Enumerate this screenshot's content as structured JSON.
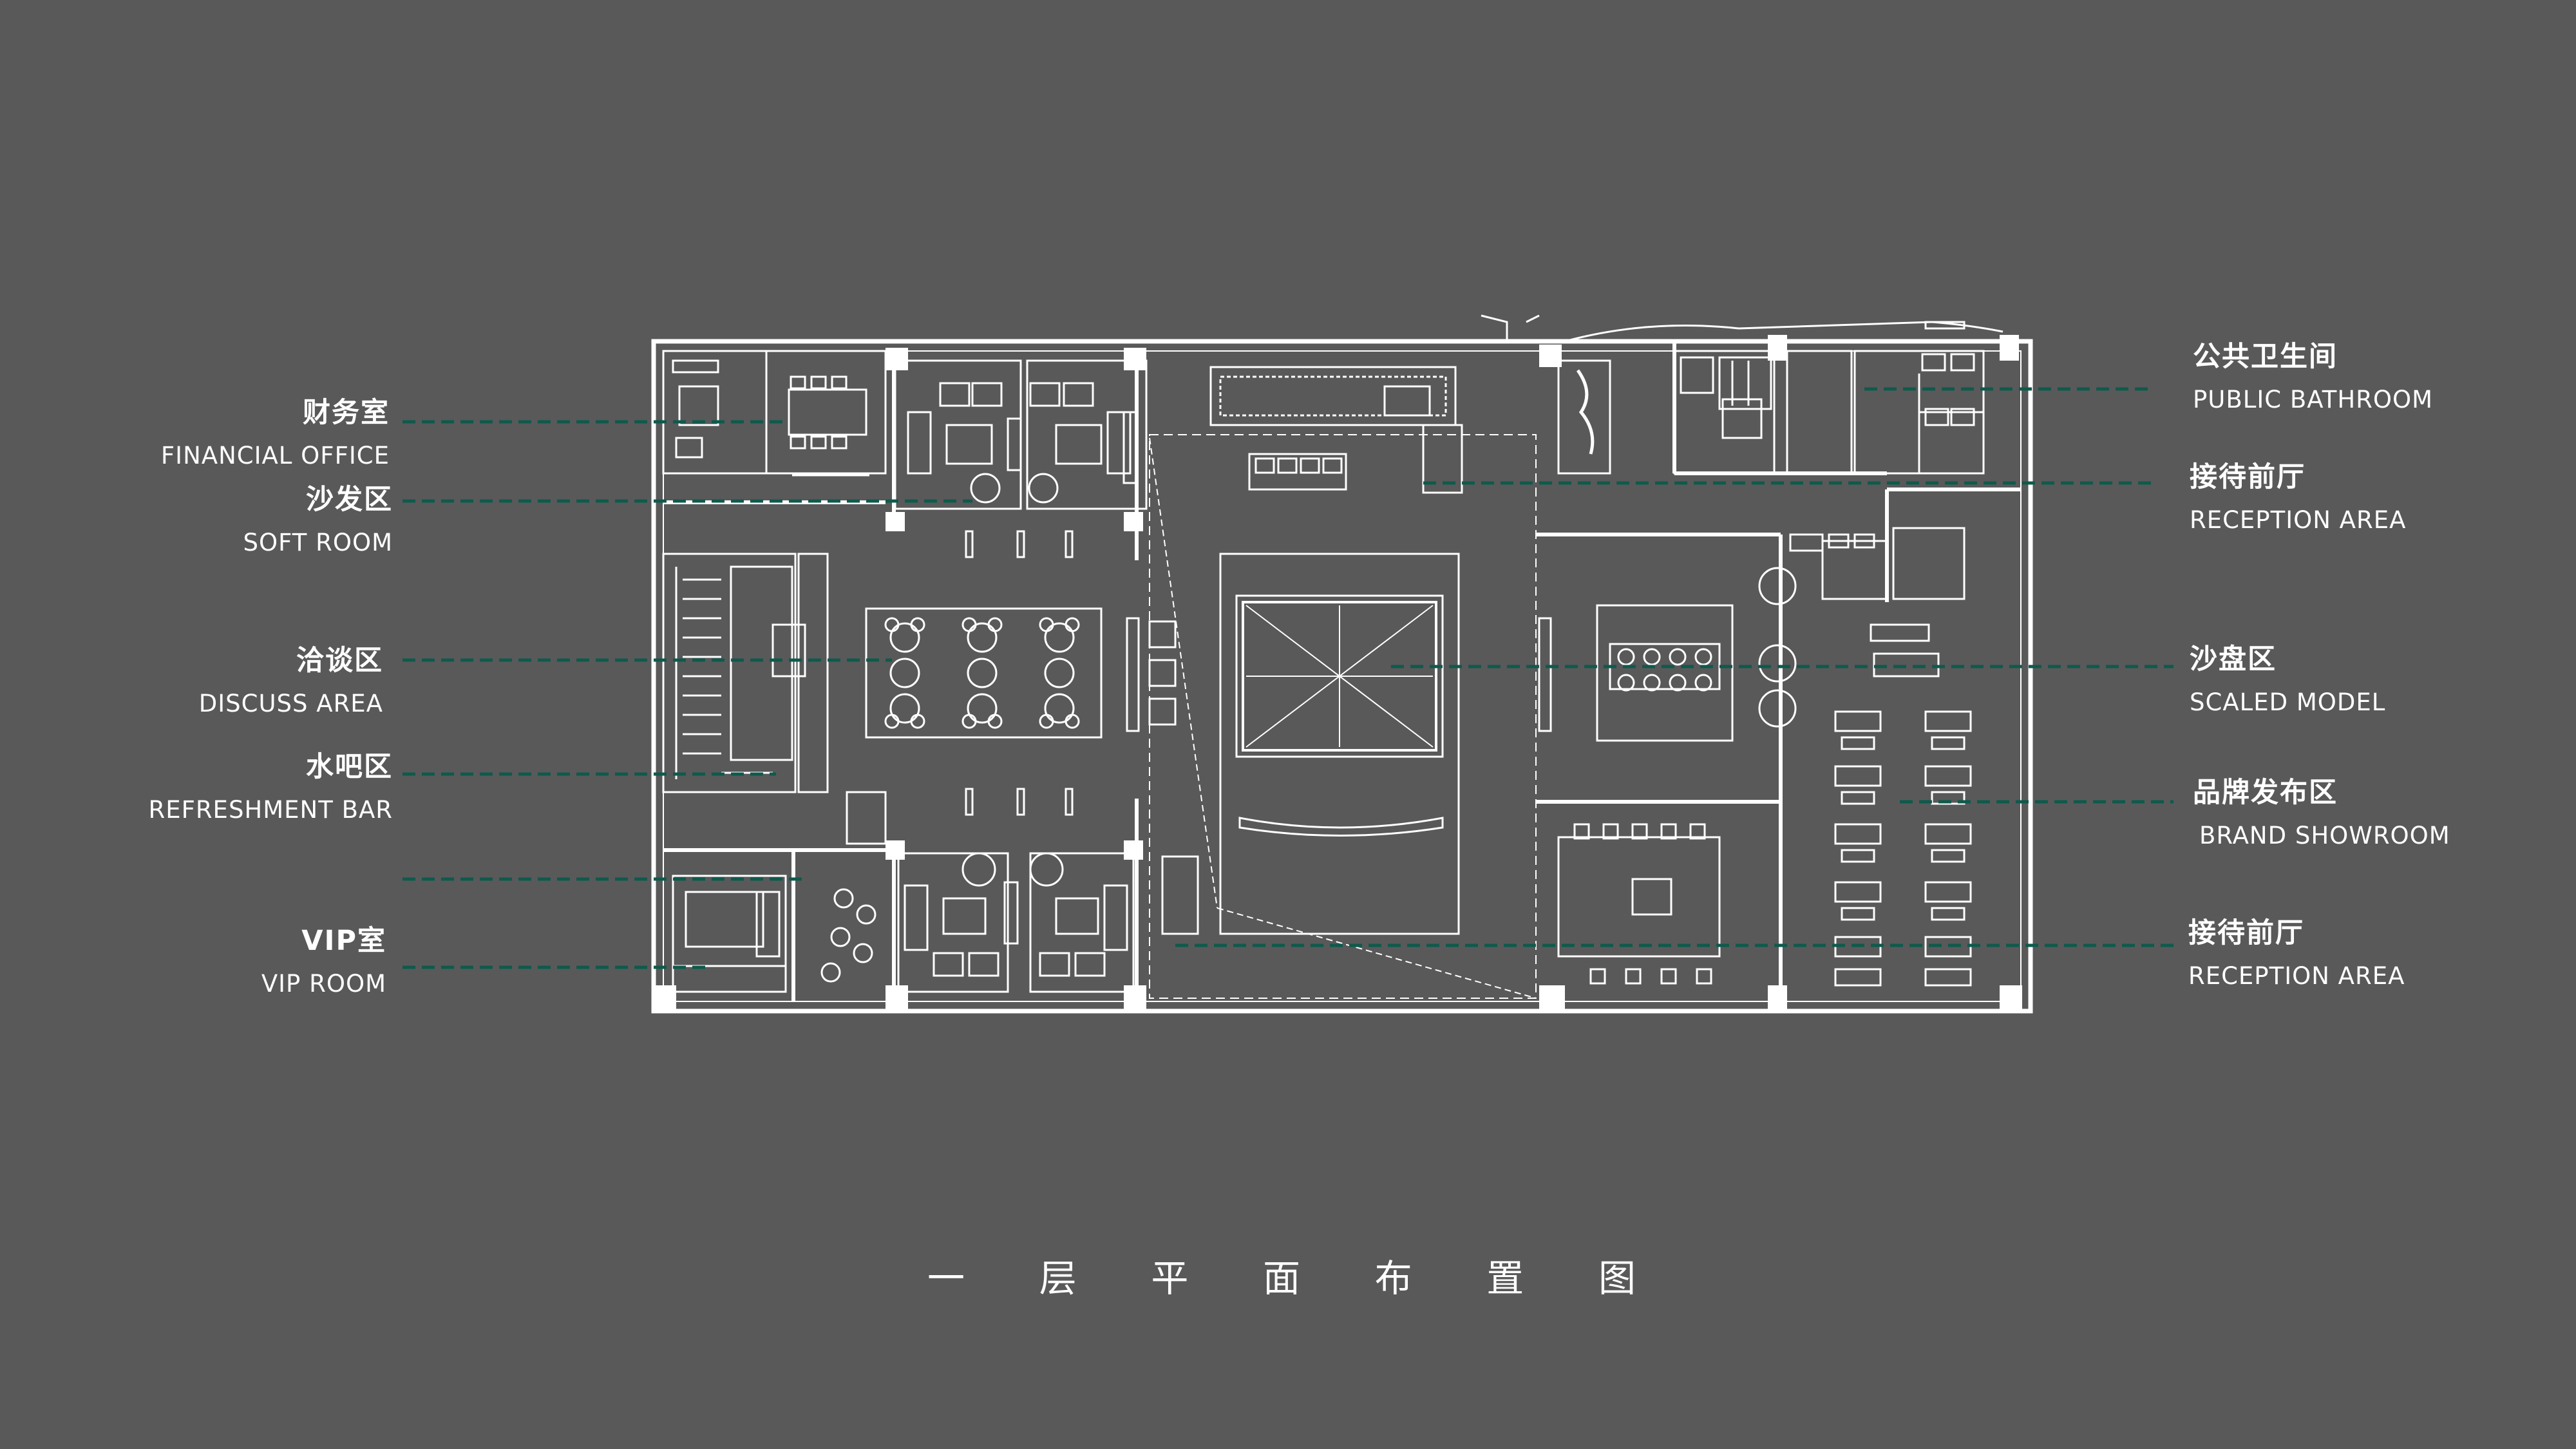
{
  "labels_left": [
    {
      "id": "financial-office",
      "cn": "财务室",
      "en": "FINANCIAL OFFICE"
    },
    {
      "id": "soft-room",
      "cn": "沙发区",
      "en": "SOFT  ROOM"
    },
    {
      "id": "discuss-area",
      "cn": "洽谈区",
      "en": "DISCUSS AREA"
    },
    {
      "id": "refreshment-bar",
      "cn": "水吧区",
      "en": "REFRESHMENT BAR"
    },
    {
      "id": "vip-room",
      "cn": "VIP室",
      "en": "VIP ROOM"
    }
  ],
  "labels_right": [
    {
      "id": "public-bathroom",
      "cn": "公共卫生间",
      "en": "PUBLIC BATHROOM"
    },
    {
      "id": "reception-area-top",
      "cn": "接待前厅",
      "en": "RECEPTION AREA"
    },
    {
      "id": "scaled-model",
      "cn": "沙盘区",
      "en": "SCALED MODEL"
    },
    {
      "id": "brand-showroom",
      "cn": "品牌发布区",
      "en": "BRAND SHOWROOM"
    },
    {
      "id": "reception-area-bottom",
      "cn": "接待前厅",
      "en": "RECEPTION AREA"
    }
  ],
  "title_chars": [
    "一",
    "层",
    "平",
    "面",
    "布",
    "置",
    "图"
  ],
  "colors": {
    "background": "#595959",
    "plan_line": "#ffffff",
    "leader_line": "#0e5a4c",
    "text": "#ffffff"
  }
}
